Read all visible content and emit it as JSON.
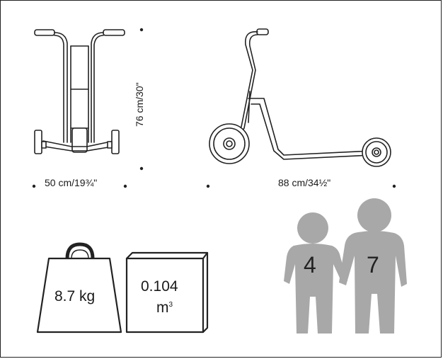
{
  "dimensions": {
    "front_width": "50 cm/19¾\"",
    "height": "76 cm/30\"",
    "side_length": "88 cm/34½\""
  },
  "weight": {
    "value": "8.7 kg",
    "icon": "weight-icon"
  },
  "volume": {
    "value": "0.104",
    "unit": "m",
    "unit_exp": "3",
    "icon": "box-icon"
  },
  "age_range": {
    "min": "4",
    "max": "7",
    "icon": "children-icon",
    "figure_color": "#a8a8a8"
  },
  "product": {
    "icon_front": "scooter-front-icon",
    "icon_side": "scooter-side-icon"
  }
}
